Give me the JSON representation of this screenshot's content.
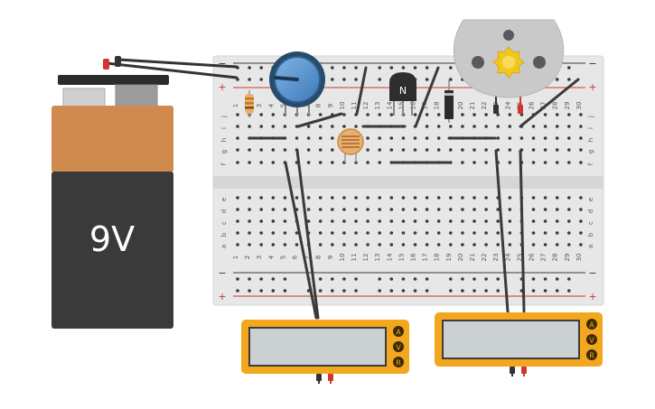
{
  "battery": {
    "label": "9V"
  },
  "transistor": {
    "label": "N"
  },
  "breadboard": {
    "rail_plus": "+",
    "rail_minus": "−",
    "row_letters_top": [
      "j",
      "i",
      "h",
      "g",
      "f"
    ],
    "row_letters_bottom": [
      "e",
      "d",
      "c",
      "b",
      "a"
    ],
    "column_numbers": [
      "1",
      "2",
      "3",
      "4",
      "5",
      "6",
      "7",
      "8",
      "9",
      "10",
      "11",
      "12",
      "13",
      "14",
      "15",
      "16",
      "17",
      "18",
      "19",
      "20",
      "21",
      "22",
      "23",
      "24",
      "25",
      "26",
      "27",
      "28",
      "29",
      "30"
    ]
  },
  "multimeter_left": {
    "modes": [
      "A",
      "V",
      "R"
    ],
    "display": ""
  },
  "multimeter_right": {
    "modes": [
      "A",
      "V",
      "R"
    ],
    "display": ""
  },
  "colors": {
    "battery_top": "#d18a4d",
    "battery_body": "#3a3a3a",
    "breadboard": "#e6e6e6",
    "rail_red": "#d0352f",
    "multimeter": "#f2a71e",
    "pot_blue": "#4f8fd0",
    "motor_gear": "#f2c81e"
  }
}
